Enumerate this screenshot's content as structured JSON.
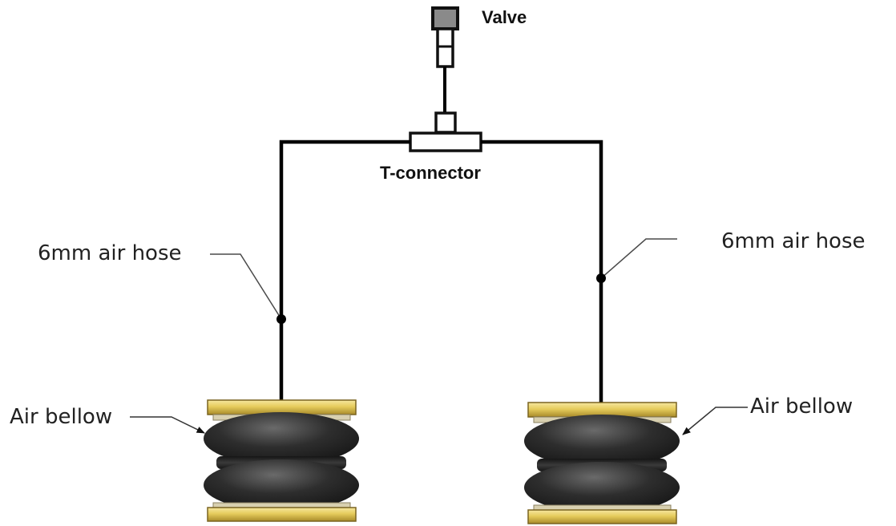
{
  "labels": {
    "valve": "Valve",
    "t_connector": "T-connector",
    "hose_left": "6mm air hose",
    "hose_right": "6mm air hose",
    "bellow_left": "Air bellow",
    "bellow_right": "Air bellow"
  },
  "colors": {
    "hose": "#000000",
    "leader": "#4a4a4a",
    "valve_cap": "#8a8a8a",
    "plate_gold": "#e6cc5c",
    "plate_edge": "#7a6420",
    "rubber_dark": "#1c1c1c",
    "rubber_light": "#6a6a6a"
  }
}
